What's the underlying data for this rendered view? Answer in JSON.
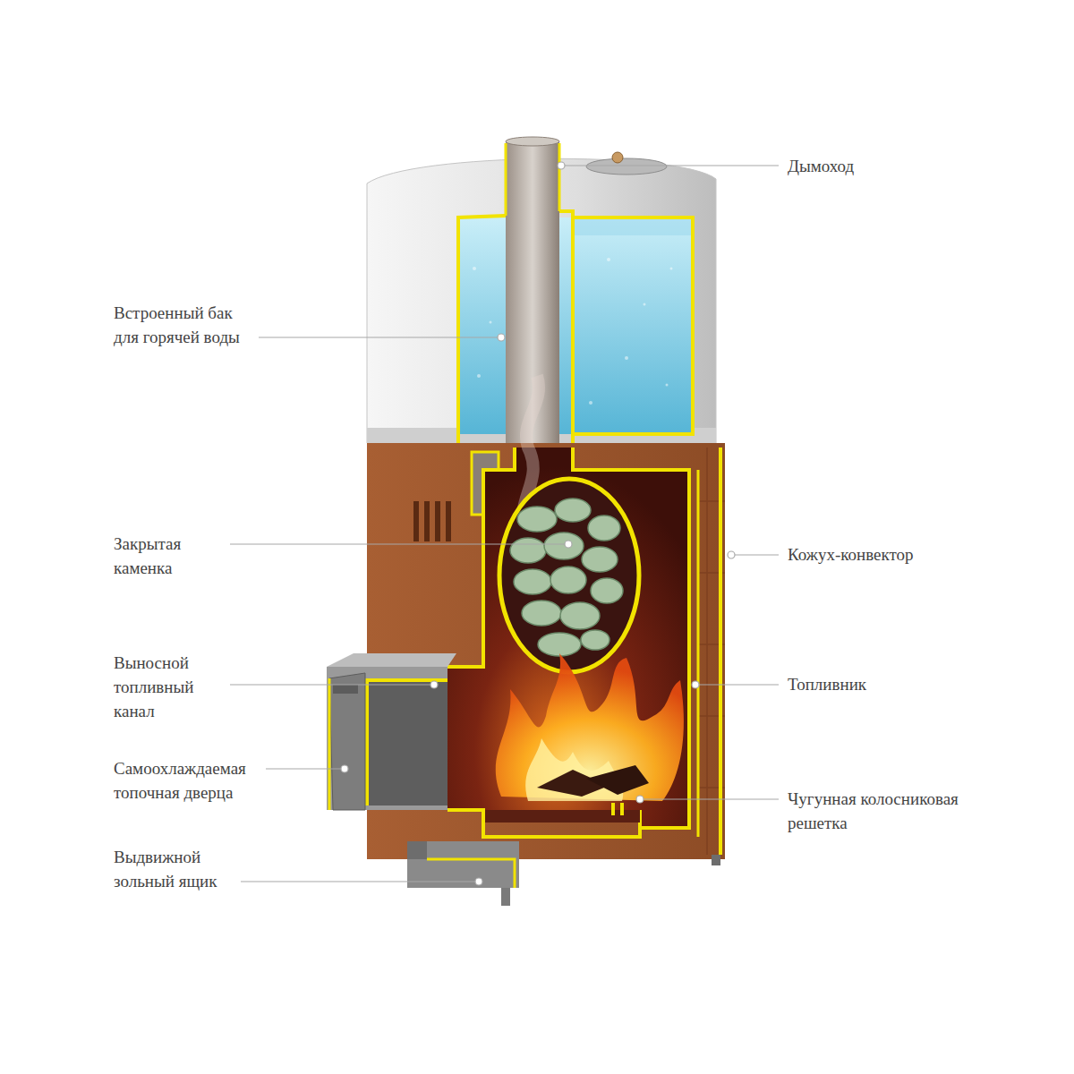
{
  "diagram": {
    "labels": [
      "Дымоход",
      "Встроенный бак для горячей воды",
      "Закрытая каменка",
      "Кожух-конвектор",
      "Выносной топливный канал",
      "Топливник",
      "Самоохлаждаемая топочная дверца",
      "Чугунная колосниковая решетка",
      "Выдвижной зольный ящик"
    ]
  }
}
